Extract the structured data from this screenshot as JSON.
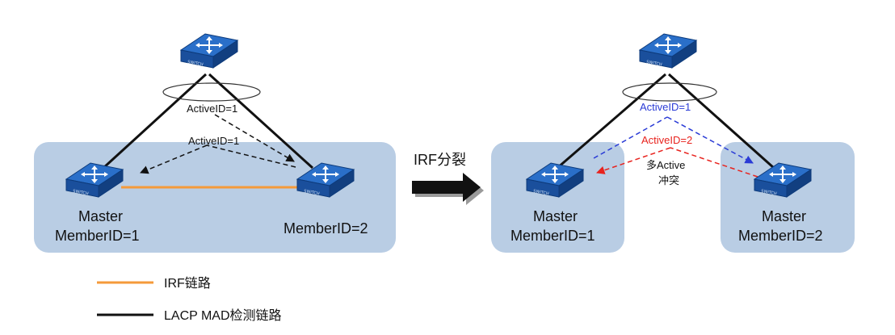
{
  "left": {
    "active_id_top": "ActiveID=1",
    "active_id_bottom": "ActiveID=1",
    "master_line1": "Master",
    "master_line2": "MemberID=1",
    "member2": "MemberID=2"
  },
  "split": {
    "label": "IRF分裂"
  },
  "right": {
    "active_id_1": "ActiveID=1",
    "active_id_2": "ActiveID=2",
    "conflict_line1": "多Active",
    "conflict_line2": "冲突",
    "master_a_line1": "Master",
    "master_a_line2": "MemberID=1",
    "master_b_line1": "Master",
    "master_b_line2": "MemberID=2"
  },
  "legend": {
    "irf_link": "IRF链路",
    "lacp_link": "LACP MAD检测链路"
  },
  "colors": {
    "domain_fill": "#b9cde4",
    "switch_fill": "#1e5db4",
    "irf_link": "#f59a3a",
    "lacp_link": "#111111",
    "active_1": "#2a3bd6",
    "active_2": "#e8231e"
  }
}
